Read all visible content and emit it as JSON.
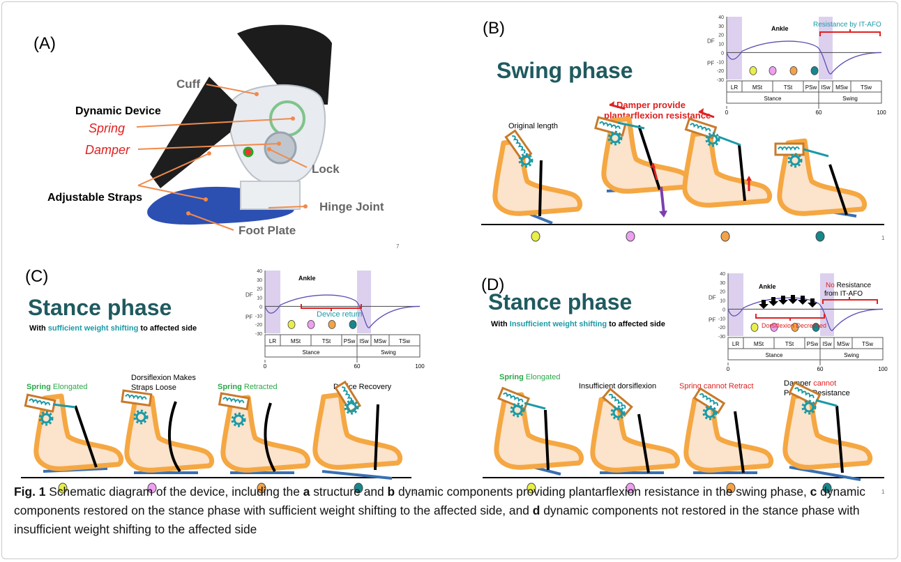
{
  "panel_a": {
    "letter": "(A)",
    "cuff": "Cuff",
    "dynamic_device": "Dynamic Device",
    "spring": "Spring",
    "damper": "Damper",
    "lock": "Lock",
    "hinge_joint": "Hinge Joint",
    "adjustable_straps": "Adjustable Straps",
    "foot_plate": "Foot Plate",
    "page_num": "7"
  },
  "panel_b": {
    "letter": "(B)",
    "title": "Swing phase",
    "label_original": "Original length",
    "label_damper_1": "Damper provide",
    "label_damper_2": "plantarflexion resistance",
    "page_num": "1",
    "chart": {
      "ankle": "Ankle",
      "annotation": "Resistance by IT-AFO",
      "df": "DF",
      "pf": "PF"
    }
  },
  "panel_c": {
    "letter": "(C)",
    "title": "Stance phase",
    "subtitle_pre": "With ",
    "subtitle_highlight": "sufficient weight shifting",
    "subtitle_post": " to affected side",
    "label1_green": "Spring",
    "label1_rest": " Elongated",
    "label2_line1": "Dorsiflexion Makes",
    "label2_line2": "Straps Loose",
    "label3_green": "Spring",
    "label3_rest": " Retracted",
    "label4": "Device Recovery",
    "page_num": "1",
    "chart": {
      "ankle": "Ankle",
      "annotation": "Device return",
      "df": "DF",
      "pf": "PF"
    }
  },
  "panel_d": {
    "letter": "(D)",
    "title": "Stance phase",
    "subtitle_pre": "With ",
    "subtitle_highlight": "Insufficient weight shifting",
    "subtitle_post": " to affected side",
    "label1_green": "Spring",
    "label1_rest": " Elongated",
    "label2": "Insufficient dorsiflexion",
    "label3": "Spring cannot Retract",
    "label4_pre": "Damper ",
    "label4_red": "cannot",
    "label4_line2": "Provide Resistance",
    "page_num": "1",
    "chart": {
      "ankle": "Ankle",
      "annotation_no": "No",
      "annotation_rest": " Resistance",
      "annotation_line2": "from IT-AFO",
      "decreased": "Dorsiflexion Decreased",
      "df": "DF",
      "pf": "PF"
    }
  },
  "gait_chart_axes": {
    "y_ticks": [
      "40",
      "30",
      "20",
      "10",
      "0",
      "-10",
      "-20",
      "-30"
    ],
    "phases": [
      "LR",
      "MSt",
      "TSt",
      "PSw",
      "ISw",
      "MSw",
      "TSw"
    ],
    "stance": "Stance",
    "swing": "Swing",
    "x_ticks": [
      "0",
      "60",
      "100"
    ]
  },
  "caption": {
    "fig": "Fig. 1",
    "t1": " Schematic diagram of the device, including the ",
    "a": "a",
    "t2": " structure and ",
    "b": "b",
    "t3": " dynamic components providing plantarflexion resistance in the swing phase, ",
    "c": "c",
    "t4": " dynamic components restored on the stance phase with sufficient weight shifting to the affected side, and ",
    "d": "d",
    "t5": " dynamic components not restored in the stance phase with insufficient weight shifting to the affected side"
  },
  "colors": {
    "teal_title": "#1f5a5f",
    "teal_accent": "#1a9aa6",
    "red": "#e02020",
    "green": "#2aa84a",
    "orange_leader": "#f08a4b",
    "foot_fill": "#fbe3cc",
    "foot_stroke": "#f5a742",
    "curve": "#5b4fb5",
    "lavender": "#dcd0ee",
    "dot_yellow": "#e8ef4a",
    "dot_pink": "#ee9ff0",
    "dot_orange": "#f2a34a",
    "dot_teal": "#16878c"
  }
}
